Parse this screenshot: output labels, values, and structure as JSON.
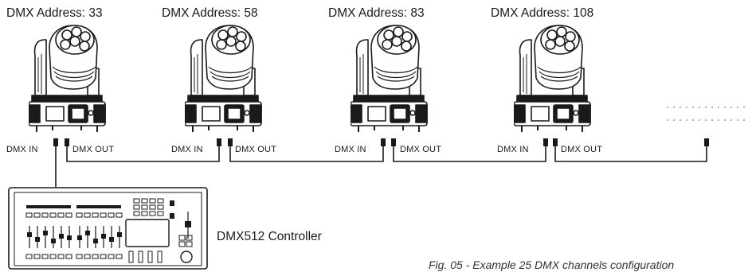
{
  "fixtures": [
    {
      "address_label": "DMX Address: 33",
      "in_label": "DMX IN",
      "out_label": "DMX OUT"
    },
    {
      "address_label": "DMX Address: 58",
      "in_label": "DMX IN",
      "out_label": "DMX OUT"
    },
    {
      "address_label": "DMX Address: 83",
      "in_label": "DMX IN",
      "out_label": "DMX OUT"
    },
    {
      "address_label": "DMX Address: 108",
      "in_label": "DMX IN",
      "out_label": "DMX OUT"
    }
  ],
  "controller": {
    "label": "DMX512 Controller"
  },
  "caption": "Fig. 05 - Example 25 DMX channels configuration",
  "colors": {
    "line": "#1a1a1a",
    "text": "#1a1a1a"
  },
  "icons": [
    "moving-head-fixture-icon",
    "dmx-controller-icon",
    "continuation-dots-icon"
  ]
}
